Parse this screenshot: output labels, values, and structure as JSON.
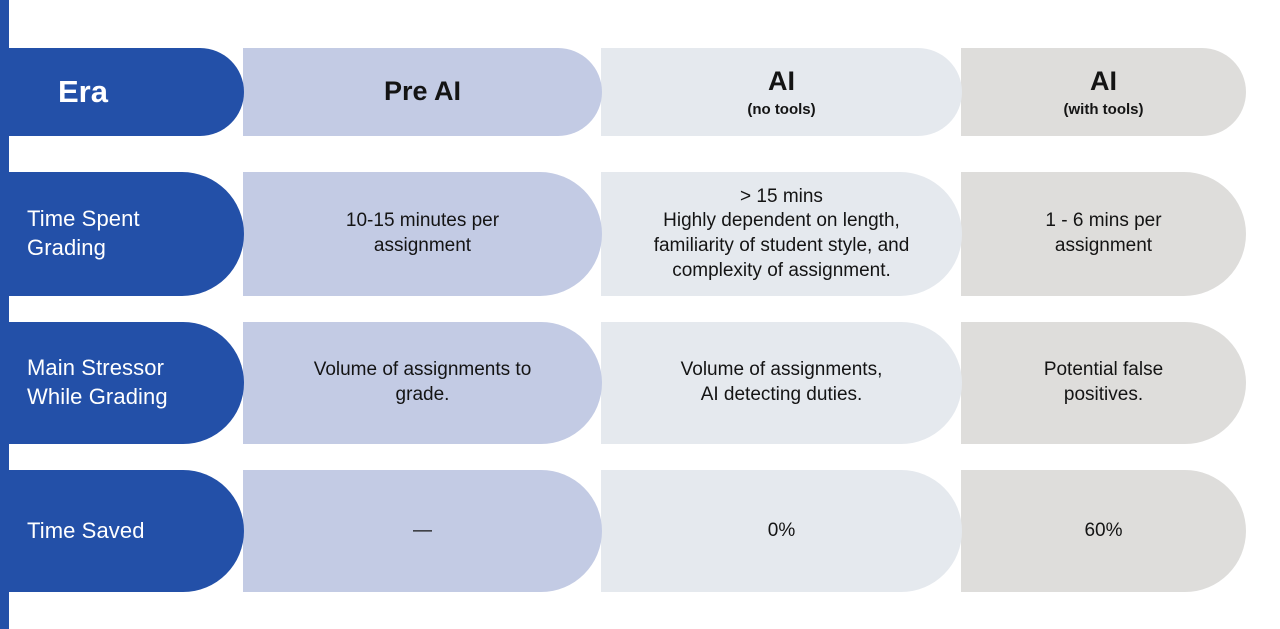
{
  "theme": {
    "accent_blue": "#2350a8",
    "col2_fill": "#c3cbe4",
    "col3_fill": "#e5e9ee",
    "col4_fill": "#dedddb",
    "page_background": "#ffffff",
    "label_text_color": "#ffffff",
    "body_text_color": "#141414"
  },
  "header": {
    "label": "Era",
    "columns": [
      {
        "main": "Pre AI",
        "sub": ""
      },
      {
        "main": "AI",
        "sub": "(no tools)"
      },
      {
        "main": "AI",
        "sub": "(with tools)"
      }
    ]
  },
  "rows": [
    {
      "label_lines": [
        "Time Spent",
        "Grading"
      ],
      "cells": [
        {
          "lines": [
            "10-15 minutes per",
            "assignment"
          ]
        },
        {
          "lines": [
            "> 15 mins",
            "Highly dependent on length,",
            "familiarity of student style, and",
            "complexity of assignment."
          ]
        },
        {
          "lines": [
            "1 - 6 mins per",
            "assignment"
          ]
        }
      ]
    },
    {
      "label_lines": [
        "Main Stressor",
        "While Grading"
      ],
      "cells": [
        {
          "lines": [
            "Volume of assignments to",
            "grade."
          ]
        },
        {
          "lines": [
            "Volume of assignments,",
            "AI detecting duties."
          ]
        },
        {
          "lines": [
            "Potential false",
            "positives."
          ]
        }
      ]
    },
    {
      "label_lines": [
        "Time Saved"
      ],
      "cells": [
        {
          "lines": [
            "—"
          ]
        },
        {
          "lines": [
            "0%"
          ]
        },
        {
          "lines": [
            "60%"
          ]
        }
      ]
    }
  ]
}
